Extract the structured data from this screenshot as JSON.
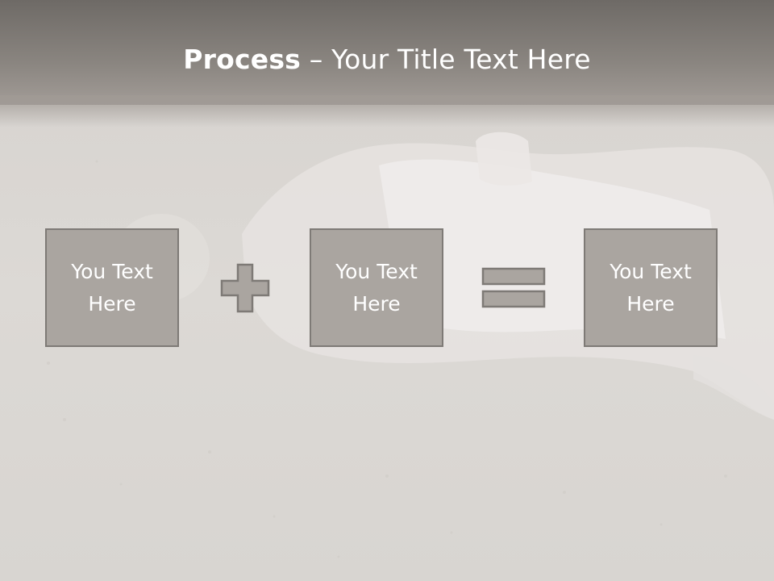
{
  "slide": {
    "title_bold": "Process",
    "title_rest": " – Your Title Text Here",
    "boxes": [
      {
        "text": "You Text\nHere"
      },
      {
        "text": "You Text\nHere"
      },
      {
        "text": "You Text\nHere"
      }
    ],
    "operators": [
      "plus-icon",
      "equals-icon"
    ]
  },
  "colors": {
    "title_bar": "#8a8580",
    "box_fill": "#aaa5a0",
    "box_border": "#7e7a76",
    "background": "#d9d6d2",
    "text": "#ffffff"
  }
}
